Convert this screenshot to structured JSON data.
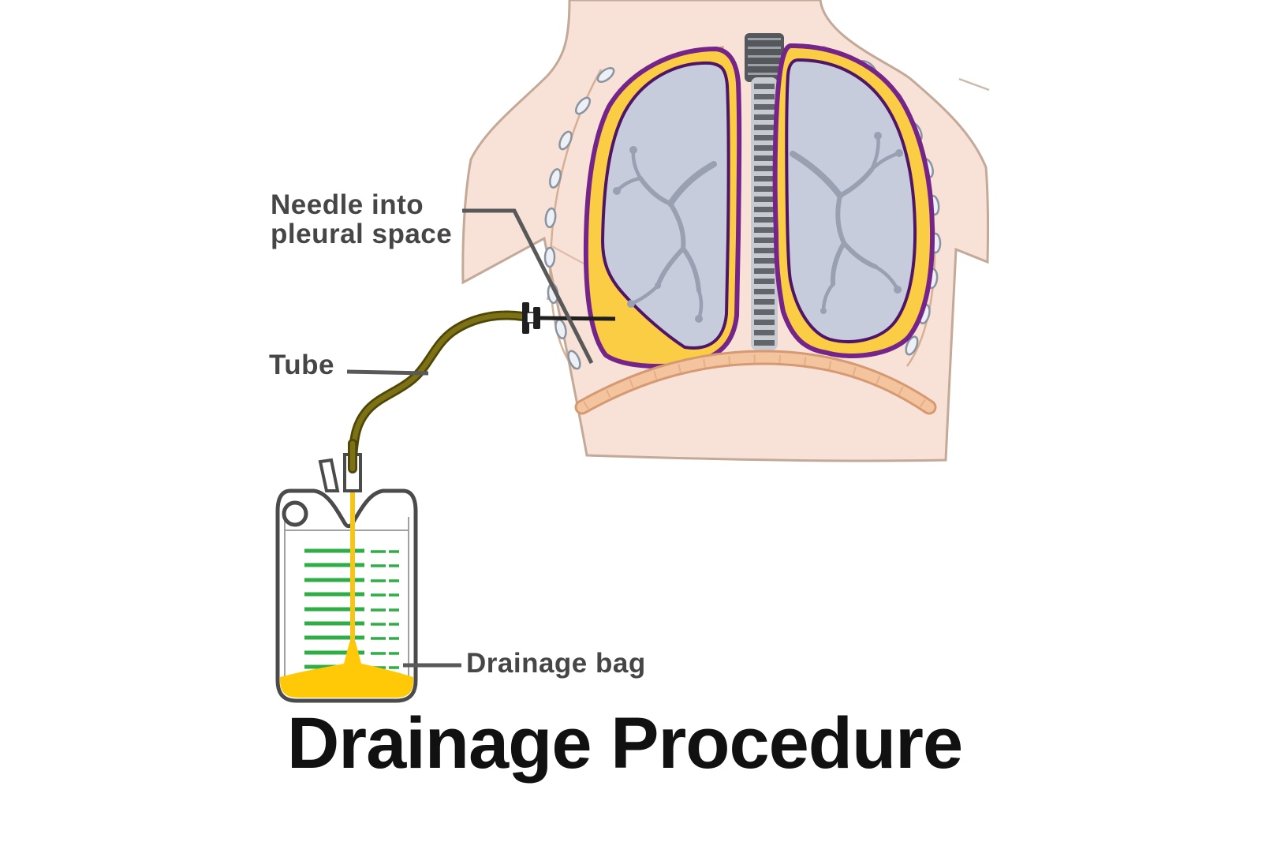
{
  "figure": {
    "title": "Drainage Procedure",
    "labels": {
      "needle": "Needle into\npleural space",
      "tube": "Tube",
      "bag": "Drainage bag"
    }
  },
  "colors": {
    "skin": "#f8e1d6",
    "skin_outline": "#c2a998",
    "skin_crease": "#dcb9a8",
    "lung": "#c7ccdd",
    "bronchi": "#98a0b2",
    "pleura_outer": "#75258a",
    "pleura_inner": "#4f1668",
    "pleural_fluid": "#fbcd44",
    "spine_dark": "#62656a",
    "spine_light": "#c7cbd1",
    "trachea_dark": "#54575b",
    "trachea_light": "#9da1a6",
    "rib_fill": "#edf0f4",
    "rib_outline": "#8a93a0",
    "rib_guide": "#cfa78a",
    "diaphragm_fill": "#f4c49e",
    "diaphragm_edge": "#d59a73",
    "needle_dark": "#1f1f1f",
    "tube_dark": "#4e4708",
    "tube_light": "#7d7115",
    "leader_gray": "#595959",
    "bag_outline": "#4b4b4b",
    "bag_inner": "#a0a0a0",
    "scale_green": "#2fae46",
    "bag_fluid": "#ffc908",
    "stream_yellow": "#f6c51a",
    "label_text": "#464646",
    "title_text": "#111111"
  }
}
